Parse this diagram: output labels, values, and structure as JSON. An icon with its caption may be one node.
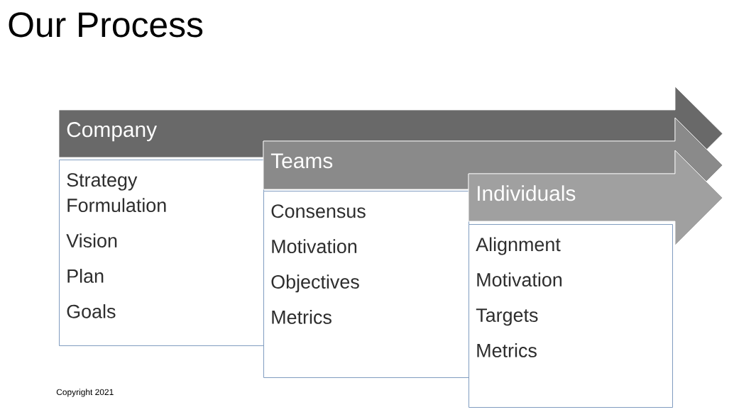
{
  "diagram": {
    "title": "Our Process",
    "nodes": [
      {
        "text": [
          "Company"
        ]
      },
      {
        "text": [
          "Strategy Formulation",
          "Vision",
          "Plan",
          "Goals"
        ]
      },
      {
        "text": [
          "Teams"
        ]
      },
      {
        "text": [
          "Consensus",
          "Motivation",
          "Objectives",
          "Metrics"
        ]
      },
      {
        "text": [
          "Individuals"
        ]
      },
      {
        "text": [
          "Alignment",
          "Motivation",
          "Targets",
          "Metrics"
        ]
      }
    ],
    "labels": [
      "Copyright 2021"
    ]
  }
}
